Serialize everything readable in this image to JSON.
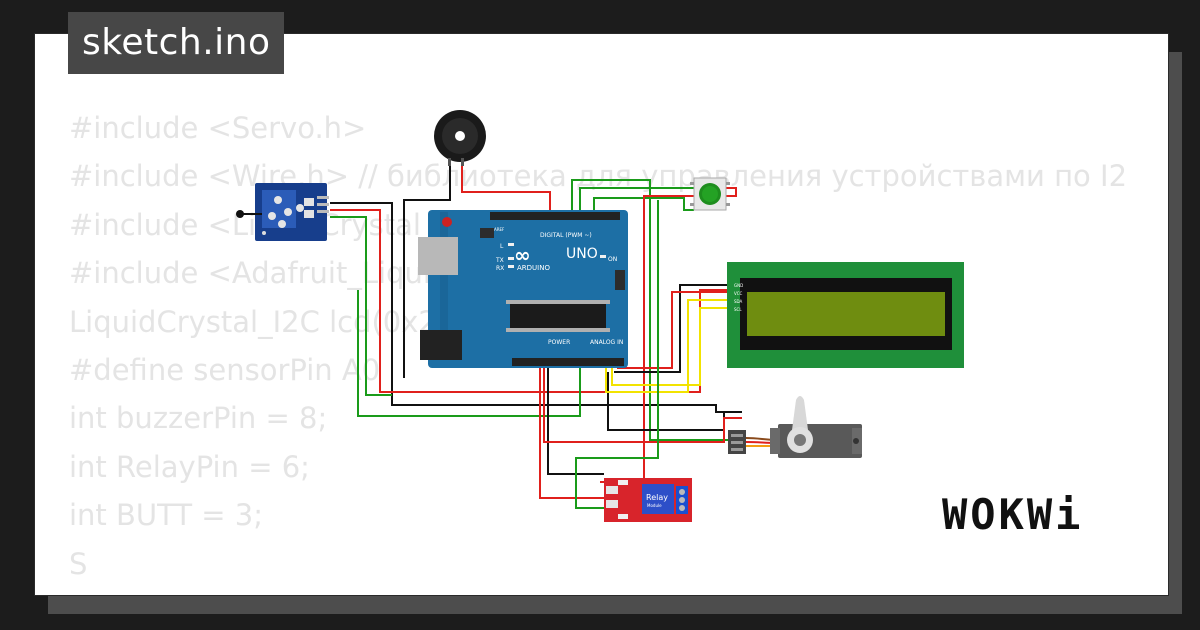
{
  "tab": {
    "filename": "sketch.ino"
  },
  "code_lines": [
    "#include <Servo.h>",
    "#include <Wire.h> // библиотека для управления устройствами по I2",
    "#include <LiquidCrystal_I2C.h>",
    "#include <Adafruit_LiquidCrystal.h>",
    "LiquidCrystal_I2C lcd(0x27,16,2);",
    "#define sensorPin A0",
    "",
    "int buzzerPin = 8;",
    "int RelayPin = 6;",
    "int BUTT = 3;",
    "S"
  ],
  "board": {
    "model": "UNO",
    "brand": "ARDUINO",
    "digital_header": "DIGITAL (PWM ~)",
    "power_header": "POWER",
    "analog_header": "ANALOG IN",
    "led_on": "ON",
    "led_l": "L",
    "led_tx": "TX",
    "led_rx": "RX",
    "aref": "AREF"
  },
  "relay": {
    "title": "Relay",
    "subtitle": "Module"
  },
  "lcd_pins": [
    "GND",
    "VCC",
    "SDA",
    "SCL"
  ],
  "logo": {
    "text": "WOKWi"
  },
  "colors": {
    "background": "#1c1c1c",
    "card": "#ffffff",
    "tab": "#474747",
    "code_text": "#e4e4e4",
    "board": "#1d6fa5",
    "lcd_pcb": "#1f8f3a",
    "lcd_screen": "#6f8d10",
    "relay_pcb": "#d8242b",
    "wire_red": "#e0201c",
    "wire_black": "#111111",
    "wire_green": "#1a9b1a",
    "wire_yellow": "#f2e300"
  }
}
